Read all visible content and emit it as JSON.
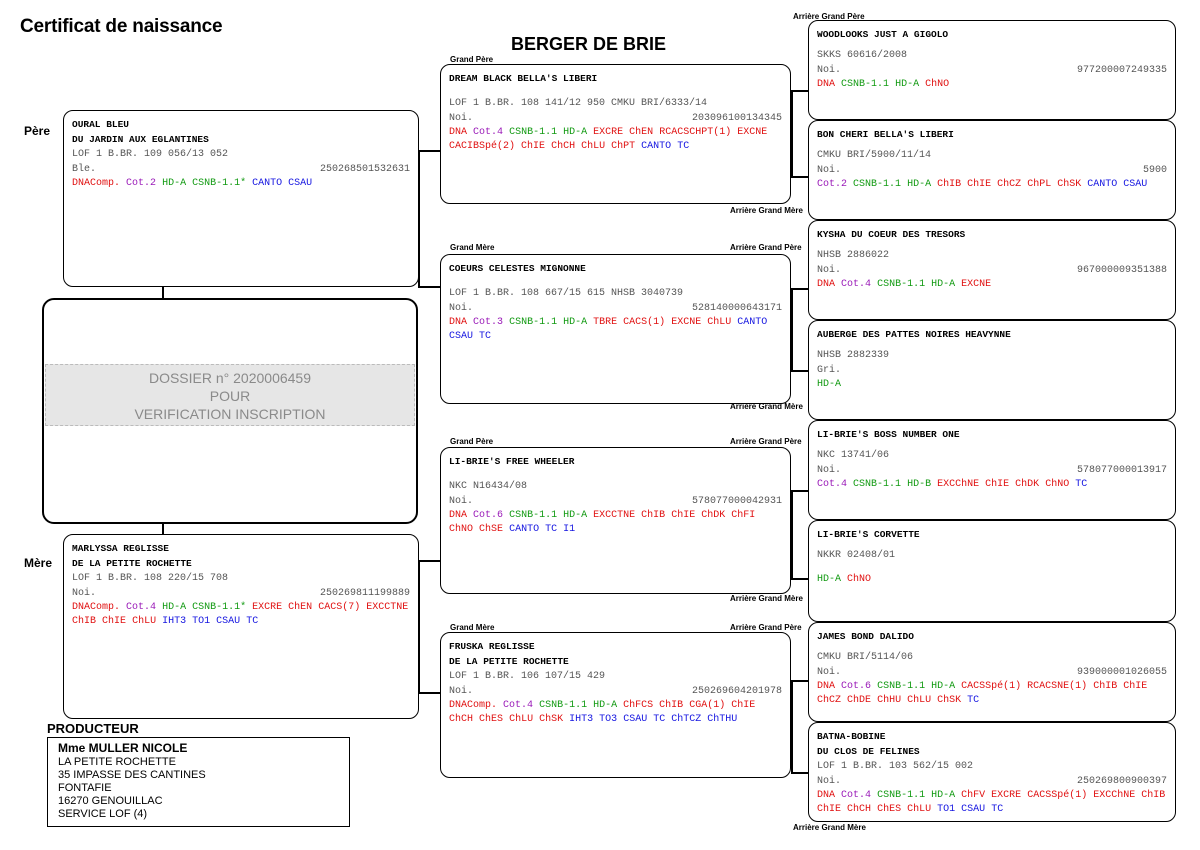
{
  "header": {
    "title": "Certificat de naissance",
    "breed": "BERGER DE BRIE"
  },
  "labels": {
    "pere": "Père",
    "mere": "Mère"
  },
  "stamp": {
    "line1": "DOSSIER n° 2020006459",
    "line2": "POUR",
    "line3": "VERIFICATION INSCRIPTION"
  },
  "producer": {
    "title": "PRODUCTEUR",
    "name": "Mme MULLER NICOLE",
    "line1": "LA PETITE ROCHETTE",
    "line2": "35 IMPASSE DES CANTINES",
    "line3": "FONTAFIE",
    "line4": "16270 GENOUILLAC",
    "line5": "SERVICE LOF (4)"
  },
  "roles": {
    "gp1": "Grand Père",
    "gm1": "Grand Mère",
    "gp2": "Grand Père",
    "gm2": "Grand Mère",
    "agp_top": "Arrière Grand Père",
    "agm1": "Arrière Grand Mère",
    "agp2": "Arrière Grand Père",
    "agm2": "Arrière Grand Mère",
    "agp3": "Arrière Grand Père",
    "agm3": "Arrière Grand Mère",
    "agp4": "Arrière Grand Père",
    "agm_bottom": "Arrière Grand Mère"
  },
  "sire": {
    "name1": "OURAL BLEU",
    "name2": "DU JARDIN AUX EGLANTINES",
    "reg": "LOF 1 B.BR. 109 056/13 052",
    "color": "Ble.",
    "chip": "250268501532631",
    "tests": [
      {
        "t": "DNAComp.",
        "c": "red"
      },
      {
        "t": "Cot.2",
        "c": "purple"
      },
      {
        "t": "HD-A",
        "c": "green"
      },
      {
        "t": "CSNB-1.1*",
        "c": "green"
      },
      {
        "t": "CANTO",
        "c": "blue"
      },
      {
        "t": "CSAU",
        "c": "blue"
      }
    ]
  },
  "dam": {
    "name1": "MARLYSSA REGLISSE",
    "name2": "DE LA PETITE ROCHETTE",
    "reg": "LOF 1 B.BR. 108 220/15 708",
    "color": "Noi.",
    "chip": "250269811199889",
    "tests": [
      {
        "t": "DNAComp.",
        "c": "red"
      },
      {
        "t": "Cot.4",
        "c": "purple"
      },
      {
        "t": "HD-A",
        "c": "green"
      },
      {
        "t": "CSNB-1.1*",
        "c": "green"
      },
      {
        "t": "EXCRE",
        "c": "red"
      },
      {
        "t": "ChEN",
        "c": "red"
      },
      {
        "t": "CACS(7)",
        "c": "red"
      },
      {
        "t": "EXCCTNE",
        "c": "red"
      },
      {
        "t": "ChIB",
        "c": "red"
      },
      {
        "t": "ChIE",
        "c": "red"
      },
      {
        "t": "ChLU",
        "c": "red"
      },
      {
        "t": "IHT3",
        "c": "blue"
      },
      {
        "t": "TO1",
        "c": "blue"
      },
      {
        "t": "CSAU",
        "c": "blue"
      },
      {
        "t": "TC",
        "c": "blue"
      }
    ]
  },
  "gp1": {
    "name1": "DREAM BLACK BELLA'S LIBERI",
    "reg": "LOF 1 B.BR. 108 141/12 950 CMKU BRI/6333/14",
    "color": "Noi.",
    "chip": "203096100134345",
    "tests": [
      {
        "t": "DNA",
        "c": "red"
      },
      {
        "t": "Cot.4",
        "c": "purple"
      },
      {
        "t": "CSNB-1.1",
        "c": "green"
      },
      {
        "t": "HD-A",
        "c": "green"
      },
      {
        "t": "EXCRE",
        "c": "red"
      },
      {
        "t": "ChEN",
        "c": "red"
      },
      {
        "t": "RCACSCHPT(1)",
        "c": "red"
      },
      {
        "t": "EXCNE",
        "c": "red"
      },
      {
        "t": "CACIBSpé(2)",
        "c": "red"
      },
      {
        "t": "ChIE",
        "c": "red"
      },
      {
        "t": "ChCH",
        "c": "red"
      },
      {
        "t": "ChLU",
        "c": "red"
      },
      {
        "t": "ChPT",
        "c": "red"
      },
      {
        "t": "CANTO",
        "c": "blue"
      },
      {
        "t": "TC",
        "c": "blue"
      }
    ]
  },
  "gm1": {
    "name1": "COEURS CELESTES MIGNONNE",
    "reg": "LOF 1 B.BR. 108 667/15 615 NHSB 3040739",
    "color": "Noi.",
    "chip": "528140000643171",
    "tests": [
      {
        "t": "DNA",
        "c": "red"
      },
      {
        "t": "Cot.3",
        "c": "purple"
      },
      {
        "t": "CSNB-1.1",
        "c": "green"
      },
      {
        "t": "HD-A",
        "c": "green"
      },
      {
        "t": "TBRE",
        "c": "red"
      },
      {
        "t": "CACS(1)",
        "c": "red"
      },
      {
        "t": "EXCNE",
        "c": "red"
      },
      {
        "t": "ChLU",
        "c": "red"
      },
      {
        "t": "CANTO",
        "c": "blue"
      },
      {
        "t": "CSAU",
        "c": "blue"
      },
      {
        "t": "TC",
        "c": "blue"
      }
    ]
  },
  "gp2": {
    "name1": "LI-BRIE'S FREE WHEELER",
    "reg": "NKC N16434/08",
    "color": "Noi.",
    "chip": "578077000042931",
    "tests": [
      {
        "t": "DNA",
        "c": "red"
      },
      {
        "t": "Cot.6",
        "c": "purple"
      },
      {
        "t": "CSNB-1.1",
        "c": "green"
      },
      {
        "t": "HD-A",
        "c": "green"
      },
      {
        "t": "EXCCTNE",
        "c": "red"
      },
      {
        "t": "ChIB",
        "c": "red"
      },
      {
        "t": "ChIE",
        "c": "red"
      },
      {
        "t": "ChDK",
        "c": "red"
      },
      {
        "t": "ChFI",
        "c": "red"
      },
      {
        "t": "ChNO",
        "c": "red"
      },
      {
        "t": "ChSE",
        "c": "red"
      },
      {
        "t": "CANTO",
        "c": "blue"
      },
      {
        "t": "TC",
        "c": "blue"
      },
      {
        "t": "I1",
        "c": "blue"
      }
    ]
  },
  "gm2": {
    "name1": "FRUSKA REGLISSE",
    "name2": "DE LA PETITE ROCHETTE",
    "reg": "LOF 1 B.BR. 106 107/15 429",
    "color": "Noi.",
    "chip": "250269604201978",
    "tests": [
      {
        "t": "DNAComp.",
        "c": "red"
      },
      {
        "t": "Cot.4",
        "c": "purple"
      },
      {
        "t": "CSNB-1.1",
        "c": "green"
      },
      {
        "t": "HD-A",
        "c": "green"
      },
      {
        "t": "ChFCS",
        "c": "red"
      },
      {
        "t": "ChIB",
        "c": "red"
      },
      {
        "t": "CGA(1)",
        "c": "red"
      },
      {
        "t": "ChIE",
        "c": "red"
      },
      {
        "t": "ChCH",
        "c": "red"
      },
      {
        "t": "ChES",
        "c": "red"
      },
      {
        "t": "ChLU",
        "c": "red"
      },
      {
        "t": "ChSK",
        "c": "red"
      },
      {
        "t": "IHT3",
        "c": "blue"
      },
      {
        "t": "TO3",
        "c": "blue"
      },
      {
        "t": "CSAU",
        "c": "blue"
      },
      {
        "t": "TC",
        "c": "blue"
      },
      {
        "t": "ChTCZ",
        "c": "blue"
      },
      {
        "t": "ChTHU",
        "c": "blue"
      }
    ]
  },
  "ggp1": {
    "name1": "WOODLOOKS JUST A GIGOLO",
    "reg": "SKKS 60616/2008",
    "color": "Noi.",
    "chip": "977200007249335",
    "tests": [
      {
        "t": "DNA",
        "c": "red"
      },
      {
        "t": "CSNB-1.1",
        "c": "green"
      },
      {
        "t": "HD-A",
        "c": "green"
      },
      {
        "t": "ChNO",
        "c": "red"
      }
    ]
  },
  "ggm1": {
    "name1": "BON CHERI BELLA'S LIBERI",
    "reg": "CMKU BRI/5900/11/14",
    "color": "Noi.",
    "chip": "5900",
    "tests": [
      {
        "t": "Cot.2",
        "c": "purple"
      },
      {
        "t": "CSNB-1.1",
        "c": "green"
      },
      {
        "t": "HD-A",
        "c": "green"
      },
      {
        "t": "ChIB",
        "c": "red"
      },
      {
        "t": "ChIE",
        "c": "red"
      },
      {
        "t": "ChCZ",
        "c": "red"
      },
      {
        "t": "ChPL",
        "c": "red"
      },
      {
        "t": "ChSK",
        "c": "red"
      },
      {
        "t": "CANTO",
        "c": "blue"
      },
      {
        "t": "CSAU",
        "c": "blue"
      }
    ]
  },
  "ggp2": {
    "name1": "KYSHA DU COEUR DES TRESORS",
    "reg": "NHSB 2886022",
    "color": "Noi.",
    "chip": "967000009351388",
    "tests": [
      {
        "t": "DNA",
        "c": "red"
      },
      {
        "t": "Cot.4",
        "c": "purple"
      },
      {
        "t": "CSNB-1.1",
        "c": "green"
      },
      {
        "t": "HD-A",
        "c": "green"
      },
      {
        "t": "EXCNE",
        "c": "red"
      }
    ]
  },
  "ggm2": {
    "name1": "AUBERGE DES PATTES NOIRES HEAVYNNE",
    "reg": "NHSB 2882339",
    "color": "Gri.",
    "chip": "",
    "tests": [
      {
        "t": "HD-A",
        "c": "green"
      }
    ]
  },
  "ggp3": {
    "name1": "LI-BRIE'S BOSS NUMBER ONE",
    "reg": "NKC 13741/06",
    "color": "Noi.",
    "chip": "578077000013917",
    "tests": [
      {
        "t": "Cot.4",
        "c": "purple"
      },
      {
        "t": "CSNB-1.1",
        "c": "green"
      },
      {
        "t": "HD-B",
        "c": "green"
      },
      {
        "t": "EXCChNE",
        "c": "red"
      },
      {
        "t": "ChIE",
        "c": "red"
      },
      {
        "t": "ChDK",
        "c": "red"
      },
      {
        "t": "ChNO",
        "c": "red"
      },
      {
        "t": "TC",
        "c": "blue"
      }
    ]
  },
  "ggm3": {
    "name1": "LI-BRIE'S CORVETTE",
    "reg": "NKKR 02408/01",
    "color": "",
    "chip": "",
    "tests": [
      {
        "t": "HD-A",
        "c": "green"
      },
      {
        "t": "ChNO",
        "c": "red"
      }
    ]
  },
  "ggp4": {
    "name1": "JAMES BOND DALIDO",
    "reg": "CMKU BRI/5114/06",
    "color": "Noi.",
    "chip": "939000001026055",
    "tests": [
      {
        "t": "DNA",
        "c": "red"
      },
      {
        "t": "Cot.6",
        "c": "purple"
      },
      {
        "t": "CSNB-1.1",
        "c": "green"
      },
      {
        "t": "HD-A",
        "c": "green"
      },
      {
        "t": "CACSSpé(1)",
        "c": "red"
      },
      {
        "t": "RCACSNE(1)",
        "c": "red"
      },
      {
        "t": "ChIB",
        "c": "red"
      },
      {
        "t": "ChIE",
        "c": "red"
      },
      {
        "t": "ChCZ",
        "c": "red"
      },
      {
        "t": "ChDE",
        "c": "red"
      },
      {
        "t": "ChHU",
        "c": "red"
      },
      {
        "t": "ChLU",
        "c": "red"
      },
      {
        "t": "ChSK",
        "c": "red"
      },
      {
        "t": "TC",
        "c": "blue"
      }
    ]
  },
  "ggm4": {
    "name1": "BATNA-BOBINE",
    "name2": "DU CLOS DE FELINES",
    "reg": "LOF 1 B.BR. 103 562/15 002",
    "color": "Noi.",
    "chip": "250269800900397",
    "tests": [
      {
        "t": "DNA",
        "c": "red"
      },
      {
        "t": "Cot.4",
        "c": "purple"
      },
      {
        "t": "CSNB-1.1",
        "c": "green"
      },
      {
        "t": "HD-A",
        "c": "green"
      },
      {
        "t": "ChFV",
        "c": "red"
      },
      {
        "t": "EXCRE",
        "c": "red"
      },
      {
        "t": "CACSSpé(1)",
        "c": "red"
      },
      {
        "t": "EXCChNE",
        "c": "red"
      },
      {
        "t": "ChIB",
        "c": "red"
      },
      {
        "t": "ChIE",
        "c": "red"
      },
      {
        "t": "ChCH",
        "c": "red"
      },
      {
        "t": "ChES",
        "c": "red"
      },
      {
        "t": "ChLU",
        "c": "red"
      },
      {
        "t": "TO1",
        "c": "blue"
      },
      {
        "t": "CSAU",
        "c": "blue"
      },
      {
        "t": "TC",
        "c": "blue"
      }
    ]
  },
  "colors": {
    "red": "#e01010",
    "purple": "#9a1ab8",
    "green": "#129a12",
    "blue": "#1414e0"
  }
}
